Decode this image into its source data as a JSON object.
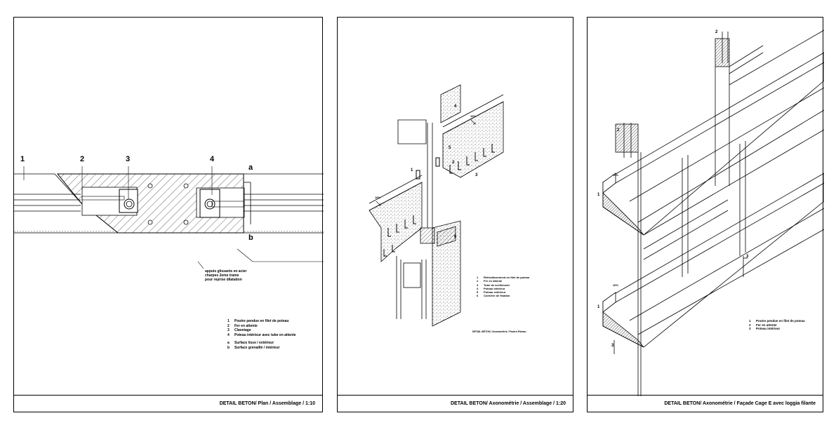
{
  "sheets": [
    {
      "title_bold": "DETAIL BETON",
      "title_rest": " / Plan / Assemblage / 1:10",
      "callouts": [
        "1",
        "2",
        "3",
        "4",
        "a",
        "b"
      ],
      "note": [
        "appuis glissants en acier",
        "charpes 2eme trame",
        "pour reprise dilatation"
      ],
      "legend": [
        {
          "k": "1",
          "t": "Poutre pendue en filet de poteau"
        },
        {
          "k": "2",
          "t": "Fer en attente"
        },
        {
          "k": "3",
          "t": "Clavetage"
        },
        {
          "k": "4",
          "t": "Poteau intérieur avec tube en attente"
        },
        {
          "k": "",
          "t": ""
        },
        {
          "k": "a",
          "t": "Surface lisse / extérieur"
        },
        {
          "k": "b",
          "t": "Surface grenaillé / intérieur"
        }
      ]
    },
    {
      "title_bold": "DETAIL BETON",
      "title_rest": " / Axonométrie / Assemblage / 1:20",
      "callouts": [
        "1",
        "2",
        "3",
        "4",
        "5",
        "6"
      ],
      "slope_labels": [
        "10%",
        "10%"
      ],
      "legend": [
        {
          "k": "1",
          "t": "Refroidissement en filet de poteau"
        },
        {
          "k": "2",
          "t": "Fer en attente"
        },
        {
          "k": "3",
          "t": "Tube de scellement"
        },
        {
          "k": "4",
          "t": "Poteau intérieur"
        },
        {
          "k": "5",
          "t": "Poteau extérieur"
        },
        {
          "k": "6",
          "t": "Cornière de fixation"
        }
      ],
      "mini_caption": "DETAIL BETON / Axonométrie / Poutre-Poteau"
    },
    {
      "title_bold": "DETAIL BETON",
      "title_rest": " / Axonométrie / Façade Cage E avec loggia filante",
      "callouts": [
        "1",
        "2",
        "3"
      ],
      "slope_labels": [
        "10%",
        "10%"
      ],
      "legend": [
        {
          "k": "1",
          "t": "Poutre pendue en filet de poteau"
        },
        {
          "k": "2",
          "t": "Fer en attente"
        },
        {
          "k": "3",
          "t": "Poteau intérieur"
        }
      ]
    }
  ]
}
